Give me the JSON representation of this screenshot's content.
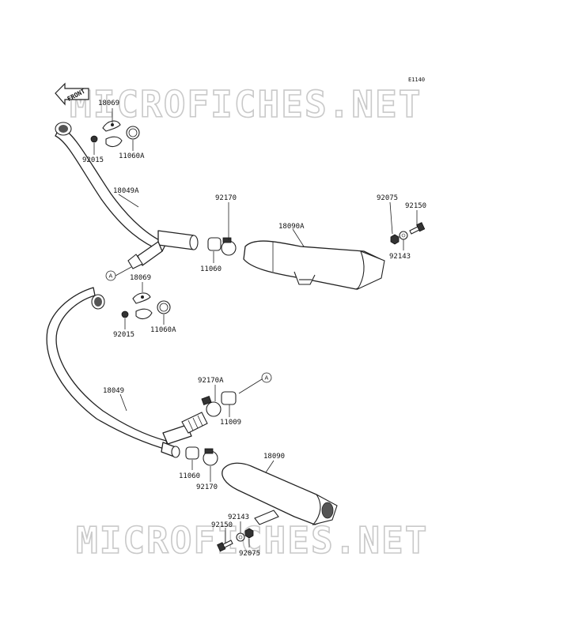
{
  "diagram": {
    "code": "E1140",
    "front_label": "FRONT",
    "watermark": "MICROFICHES.NET",
    "ref_marker": "A",
    "parts": {
      "p18069_top": "18069",
      "p92015_top": "92015",
      "p11060A_top": "11060A",
      "p18049A": "18049A",
      "p92170_top": "92170",
      "p18090A": "18090A",
      "p92150_top": "92150",
      "p92075_top": "92075",
      "p92143_top": "92143",
      "p11060_top": "11060",
      "p18069_mid": "18069",
      "p92015_mid": "92015",
      "p11060A_mid": "11060A",
      "p18049": "18049",
      "p92170A": "92170A",
      "p11009": "11009",
      "p11060_low": "11060",
      "p92170_low": "92170",
      "p18090": "18090",
      "p92143_low": "92143",
      "p92150_low": "92150",
      "p92075_low": "92075"
    }
  }
}
